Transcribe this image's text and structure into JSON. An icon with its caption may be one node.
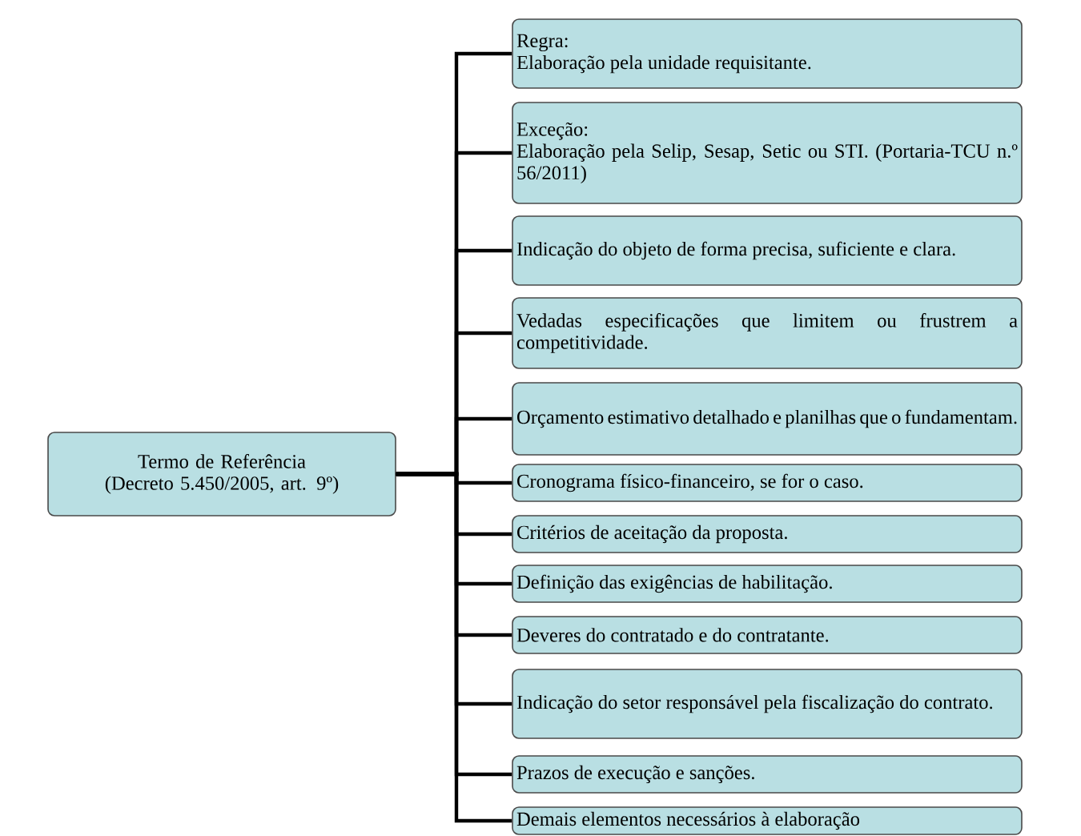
{
  "diagram": {
    "nodes": [
      {
        "text": [
          "Termo de Referência (Decreto 5.450/2005, art. 9º)"
        ]
      },
      {
        "text": [
          "Regra:",
          "Elaboração pela unidade requisitante."
        ]
      },
      {
        "text": [
          "Exceção:",
          "Elaboração pela Selip, Sesap, Setic ou STI. (Portaria-TCU n.º 56/2011)"
        ]
      },
      {
        "text": [
          "Indicação do objeto de forma precisa, suficiente e clara."
        ]
      },
      {
        "text": [
          "Vedadas especificações que limitem ou frustrem a competitividade."
        ]
      },
      {
        "text": [
          "Orçamento estimativo detalhado e planilhas que o fundamentam."
        ]
      },
      {
        "text": [
          "Cronograma físico-financeiro, se for o caso."
        ]
      },
      {
        "text": [
          "Critérios de aceitação da proposta."
        ]
      },
      {
        "text": [
          "Definição das exigências de habilitação."
        ]
      },
      {
        "text": [
          "Deveres do contratado e do contratante."
        ]
      },
      {
        "text": [
          "Indicação do setor responsável pela fiscalização do contrato."
        ]
      },
      {
        "text": [
          "Prazos de execução e sanções."
        ]
      },
      {
        "text": [
          "Demais elementos necessários à elaboração"
        ]
      }
    ],
    "edges": [
      {
        "from": 0,
        "to": 1,
        "arrow": "none"
      },
      {
        "from": 0,
        "to": 2,
        "arrow": "none"
      },
      {
        "from": 0,
        "to": 3,
        "arrow": "none"
      },
      {
        "from": 0,
        "to": 4,
        "arrow": "none"
      },
      {
        "from": 0,
        "to": 5,
        "arrow": "none"
      },
      {
        "from": 0,
        "to": 6,
        "arrow": "none"
      },
      {
        "from": 0,
        "to": 7,
        "arrow": "none"
      },
      {
        "from": 0,
        "to": 8,
        "arrow": "none"
      },
      {
        "from": 0,
        "to": 9,
        "arrow": "none"
      },
      {
        "from": 0,
        "to": 10,
        "arrow": "none"
      },
      {
        "from": 0,
        "to": 11,
        "arrow": "none"
      },
      {
        "from": 0,
        "to": 12,
        "arrow": "none"
      }
    ]
  }
}
